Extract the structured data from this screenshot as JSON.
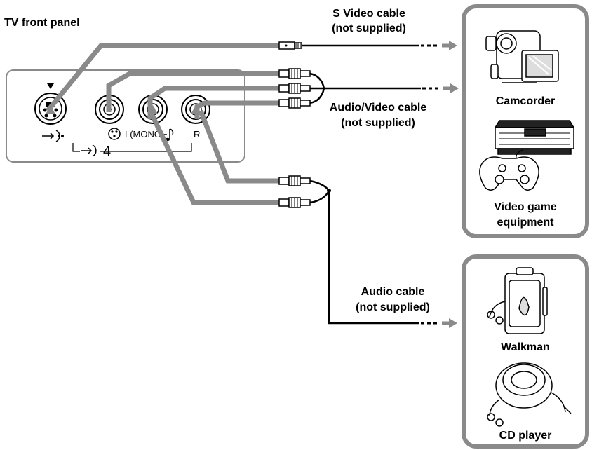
{
  "panel": {
    "title": "TV front panel",
    "input_number": "4",
    "l_mono_label": "L(MONO)",
    "r_label": "R",
    "dash": "—"
  },
  "cables": {
    "svideo": {
      "line1": "S Video cable",
      "line2": "(not supplied)"
    },
    "av": {
      "line1": "Audio/Video cable",
      "line2": "(not supplied)"
    },
    "audio": {
      "line1": "Audio cable",
      "line2": "(not supplied)"
    }
  },
  "devices": {
    "camcorder": "Camcorder",
    "game_line1": "Video game",
    "game_line2": "equipment",
    "walkman": "Walkman",
    "cd_player": "CD player"
  },
  "colors": {
    "cable_gray": "#8a8a8a",
    "line_black": "#000000",
    "box_border": "#8a8a8a"
  }
}
